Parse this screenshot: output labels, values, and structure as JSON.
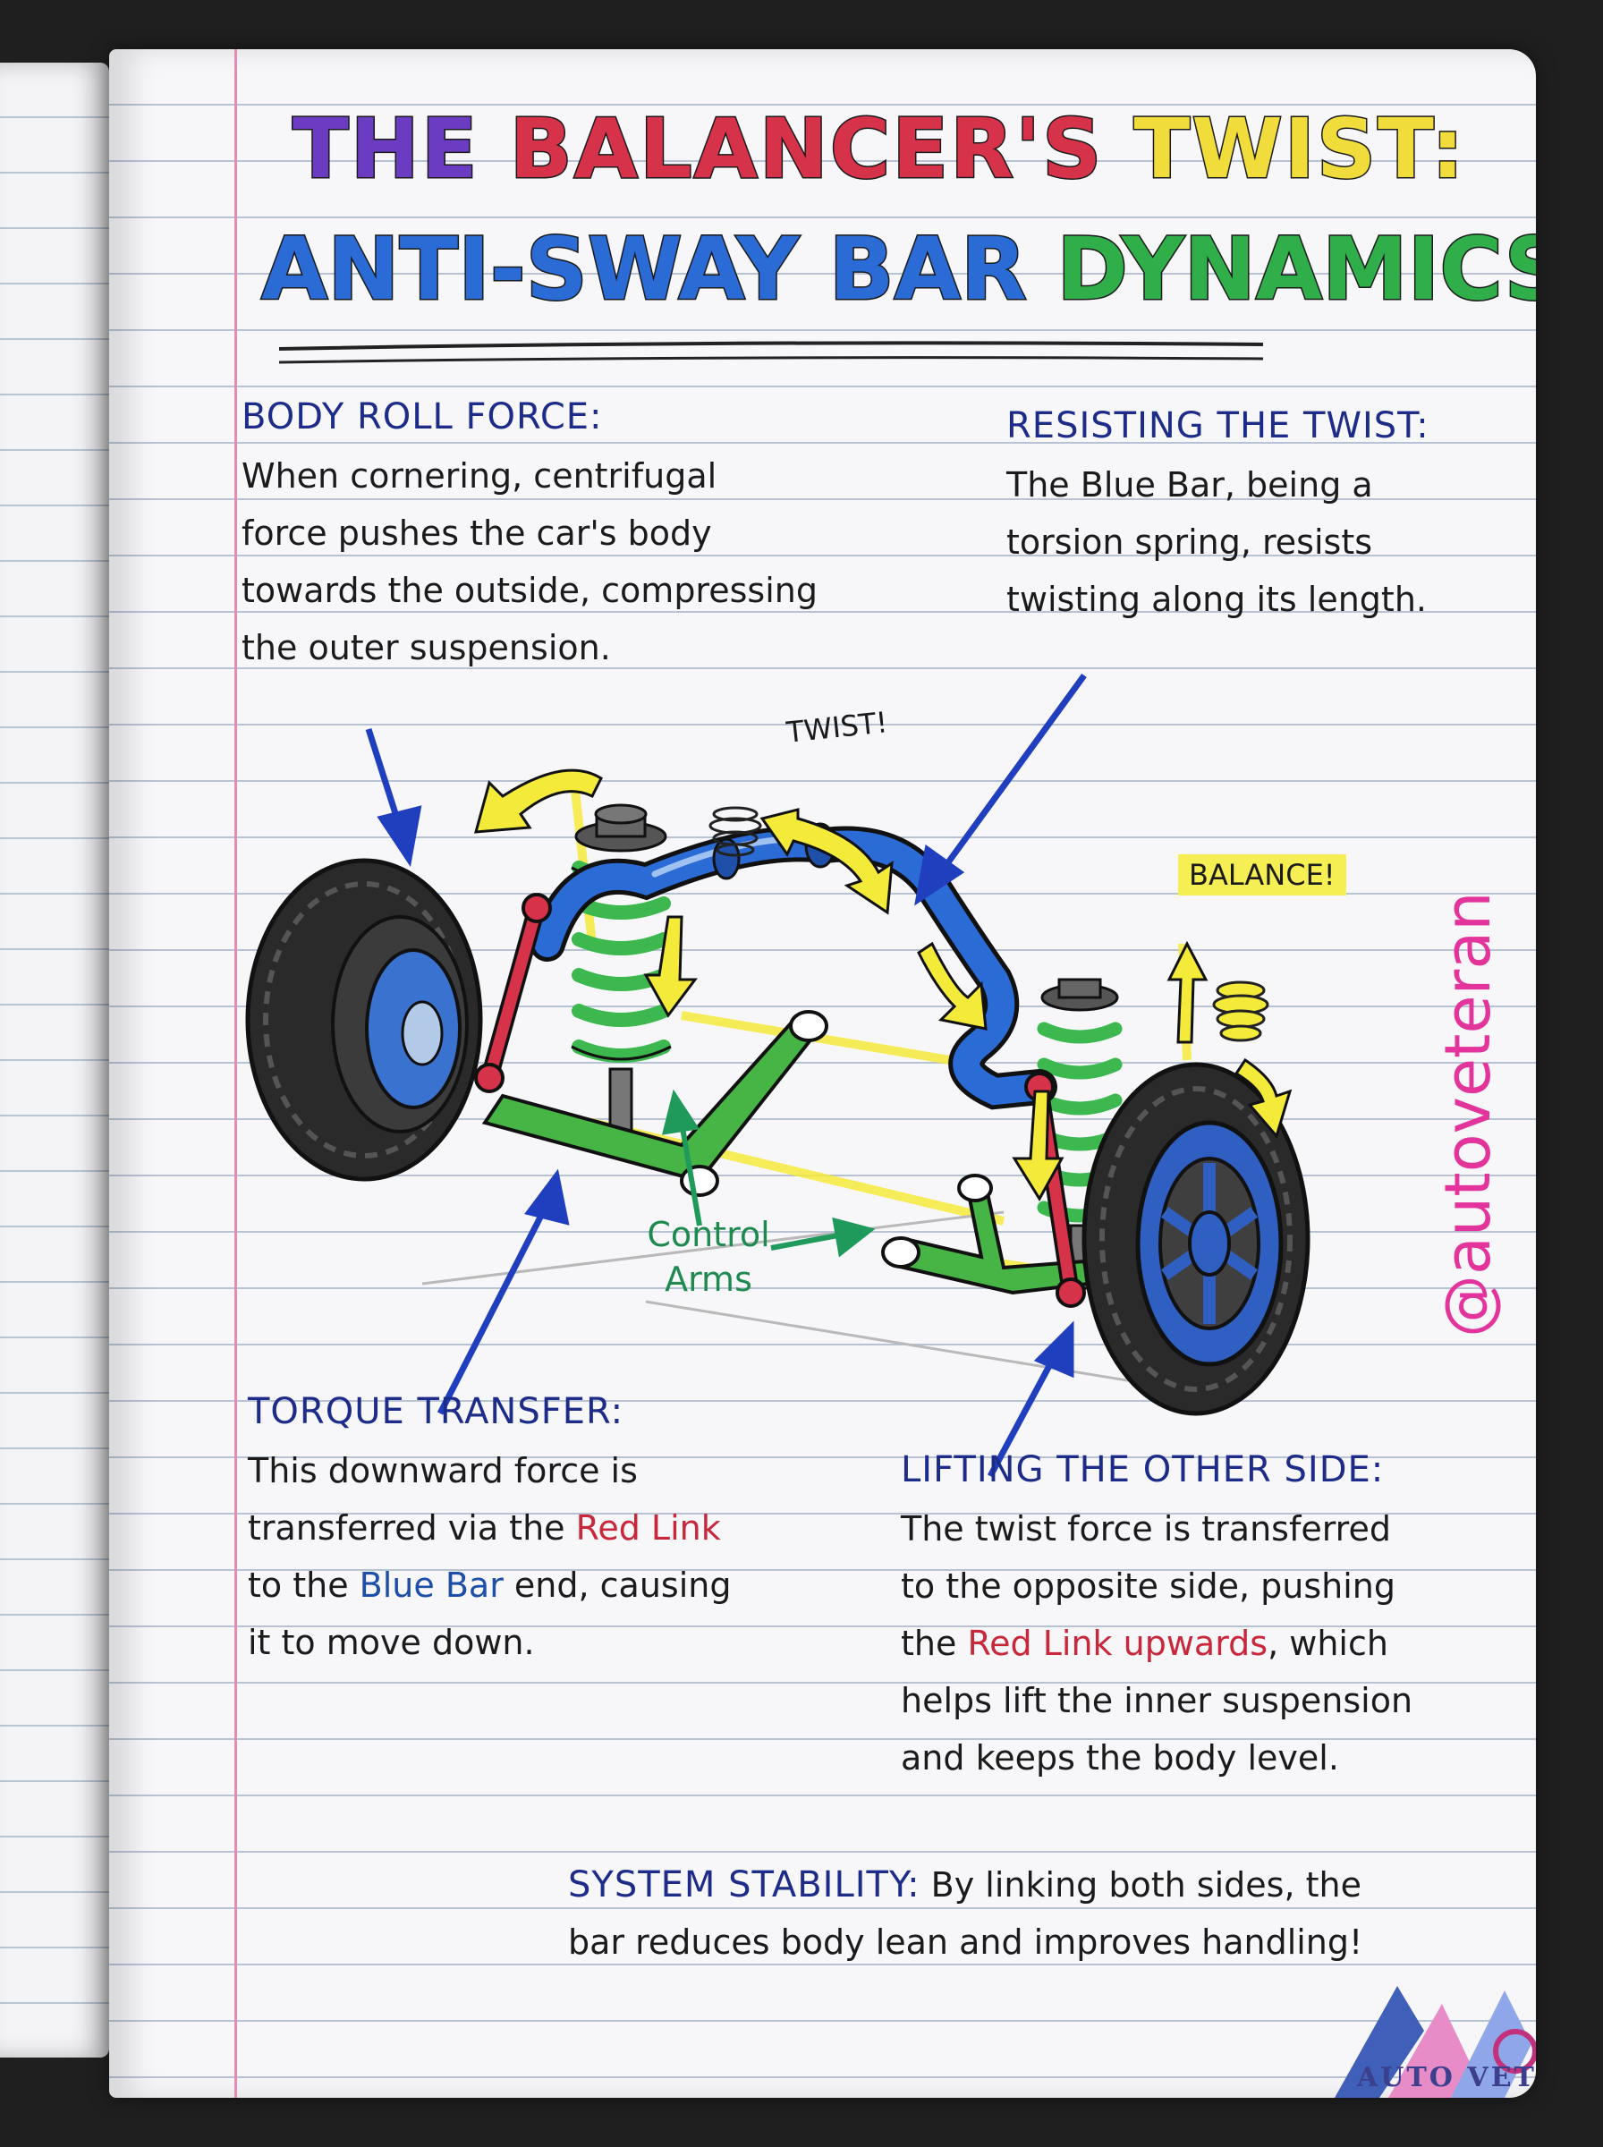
{
  "title": {
    "line1": {
      "w1": "THE",
      "w2": "BALANCER'S",
      "w3": "TWIST:"
    },
    "line2": {
      "w1": "ANTI-SWAY",
      "w2": "BAR",
      "w3": "DYNAMICS!"
    }
  },
  "sections": {
    "body_roll": {
      "heading": "BODY ROLL FORCE:",
      "lines": [
        "When cornering, centrifugal",
        "force pushes the car's body",
        "towards the outside, compressing",
        "the outer suspension."
      ]
    },
    "resisting": {
      "heading": "RESISTING THE TWIST:",
      "lines": [
        "The Blue Bar, being a",
        "torsion spring, resists",
        "twisting along its length."
      ]
    },
    "torque": {
      "heading": "TORQUE TRANSFER:",
      "l1": "This downward force is",
      "l2_a": "transferred via the ",
      "l2_b": "Red Link",
      "l3_a": "to the ",
      "l3_b": "Blue Bar",
      "l3_c": " end, causing",
      "l4": "it to move down."
    },
    "lifting": {
      "heading": "LIFTING THE OTHER SIDE:",
      "l1": "The twist force is transferred",
      "l2": "to the opposite side, pushing",
      "l3_a": "the ",
      "l3_b": "Red Link upwards",
      "l3_c": ", which",
      "l4": "helps lift the inner suspension",
      "l5": "and keeps the body level."
    },
    "stability": {
      "heading": "SYSTEM STABILITY:",
      "l1": " By linking both sides, the",
      "l2": "bar reduces body lean and improves handling!"
    }
  },
  "diagram_labels": {
    "twist": "TWIST!",
    "balance": "BALANCE!",
    "control_arms_1": "Control",
    "control_arms_2": "Arms"
  },
  "watermark": "@autoveteran",
  "logo": {
    "text": "AUTO VETERAN"
  },
  "colors": {
    "bar": "#2a6bd6",
    "link": "#d6334a",
    "spring": "#3cb84e",
    "arm": "#46b545",
    "highlight": "#f4ea3a",
    "heading": "#1c2c88",
    "arrow_blue": "#1f3fbf",
    "arrow_green": "#1f9a5a"
  }
}
